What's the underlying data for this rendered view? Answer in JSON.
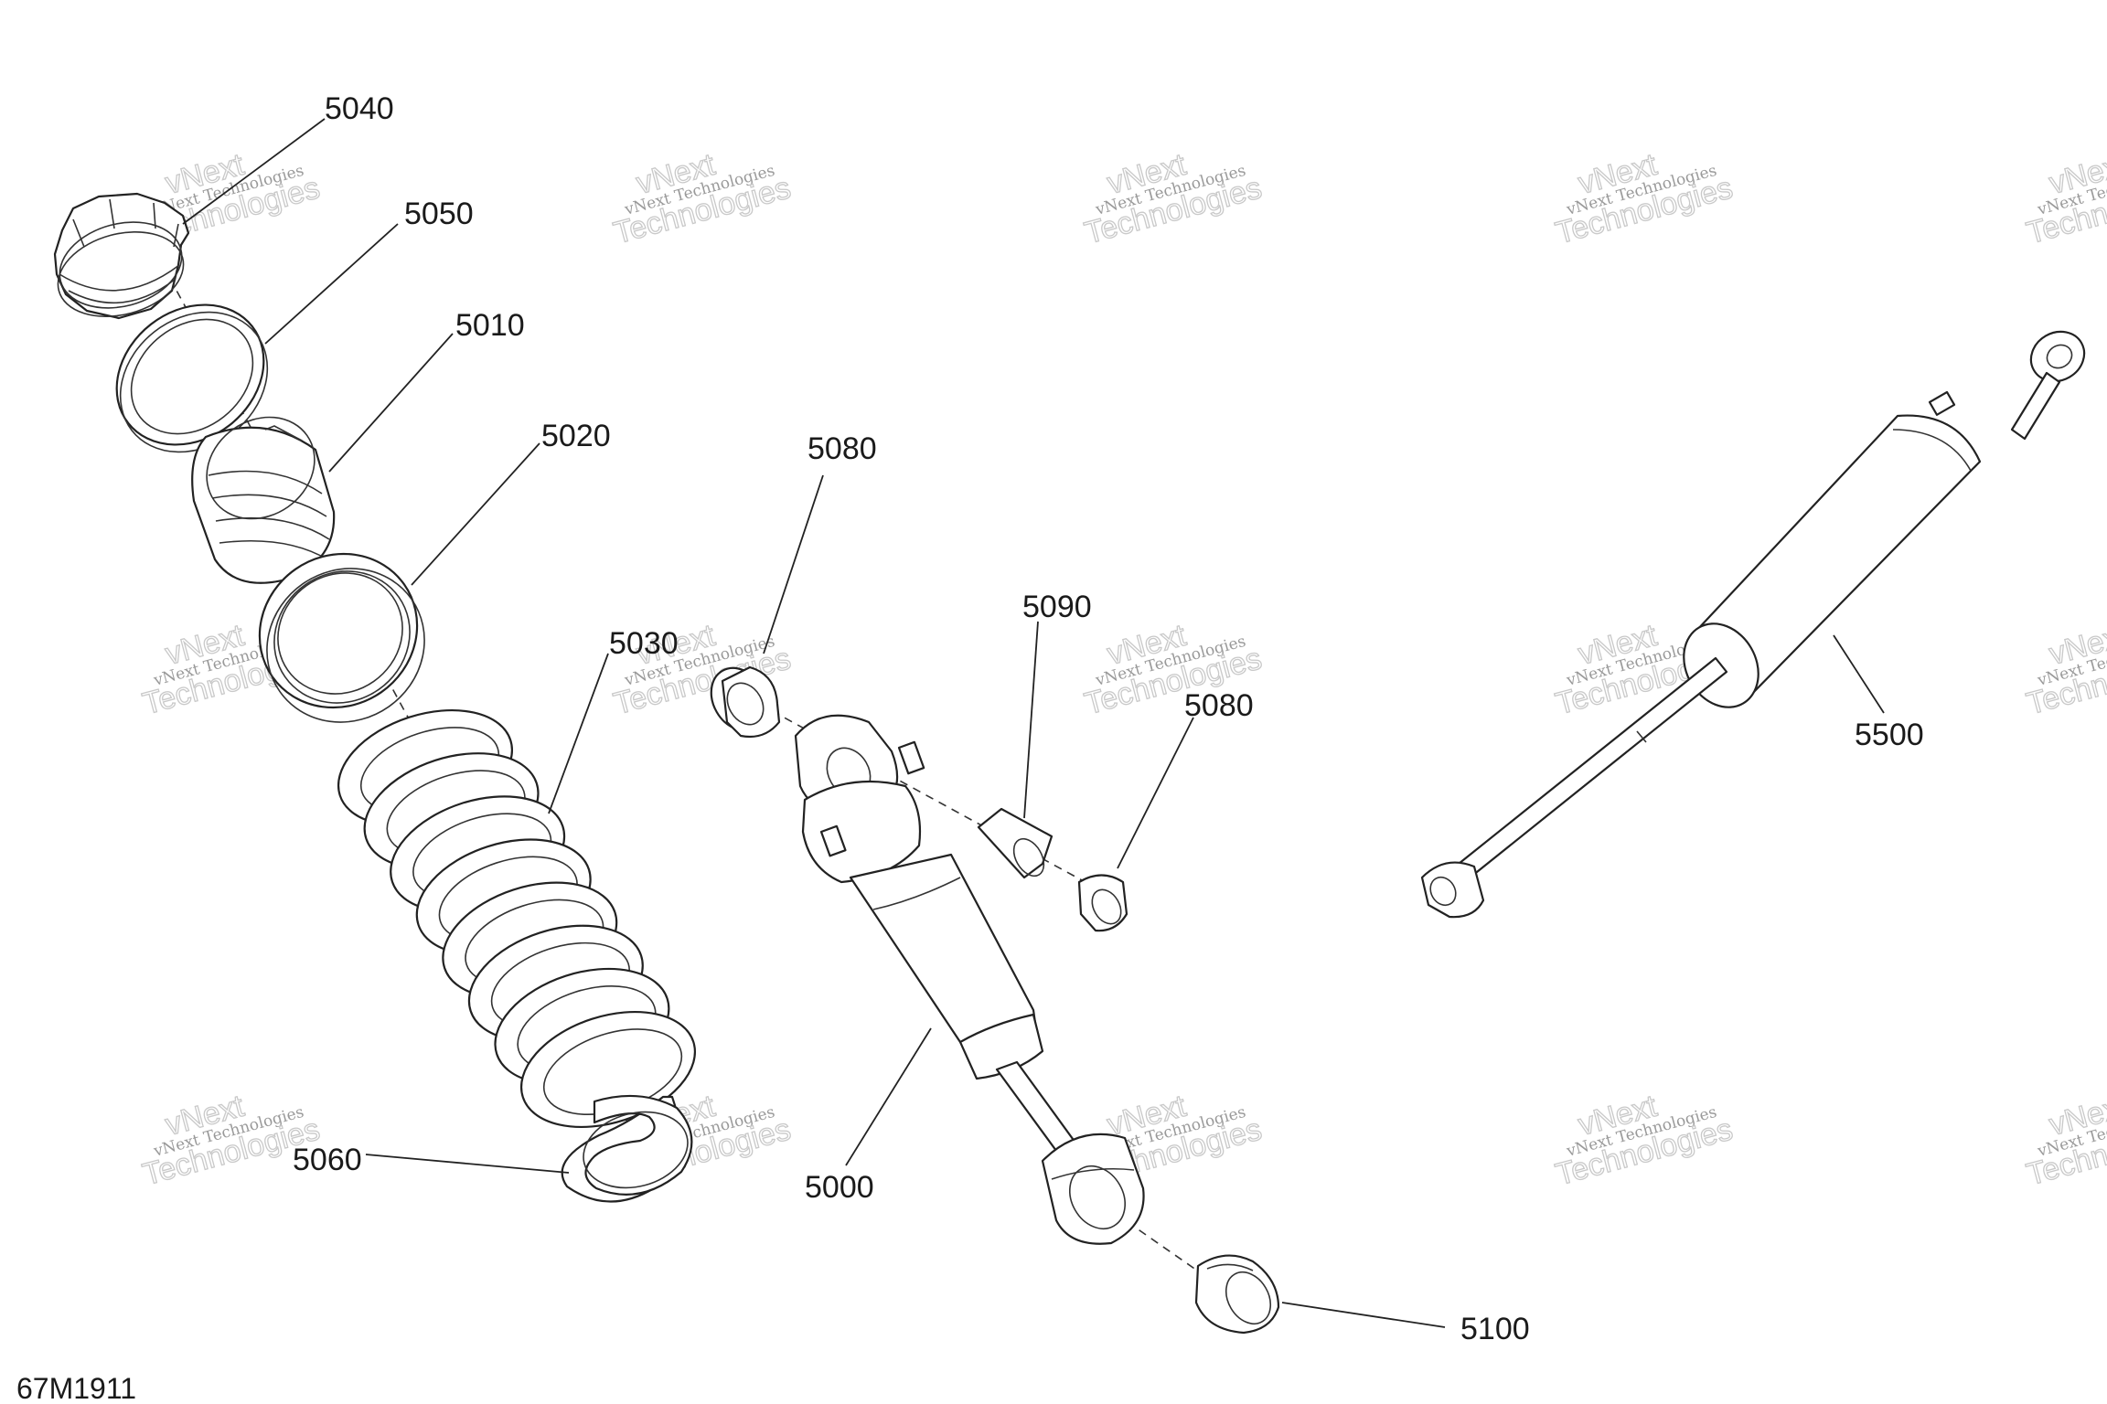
{
  "diagram": {
    "doc_id": "67M1911",
    "watermark": {
      "line1": "vNext Technologies",
      "line2": "Technologies",
      "prefix": "vNext"
    },
    "callouts": [
      {
        "id": "c5040",
        "label": "5040"
      },
      {
        "id": "c5050",
        "label": "5050"
      },
      {
        "id": "c5010",
        "label": "5010"
      },
      {
        "id": "c5020",
        "label": "5020"
      },
      {
        "id": "c5030",
        "label": "5030"
      },
      {
        "id": "c5080a",
        "label": "5080"
      },
      {
        "id": "c5090",
        "label": "5090"
      },
      {
        "id": "c5080b",
        "label": "5080"
      },
      {
        "id": "c5000",
        "label": "5000"
      },
      {
        "id": "c5060",
        "label": "5060"
      },
      {
        "id": "c5100",
        "label": "5100"
      },
      {
        "id": "c5500",
        "label": "5500"
      }
    ]
  }
}
